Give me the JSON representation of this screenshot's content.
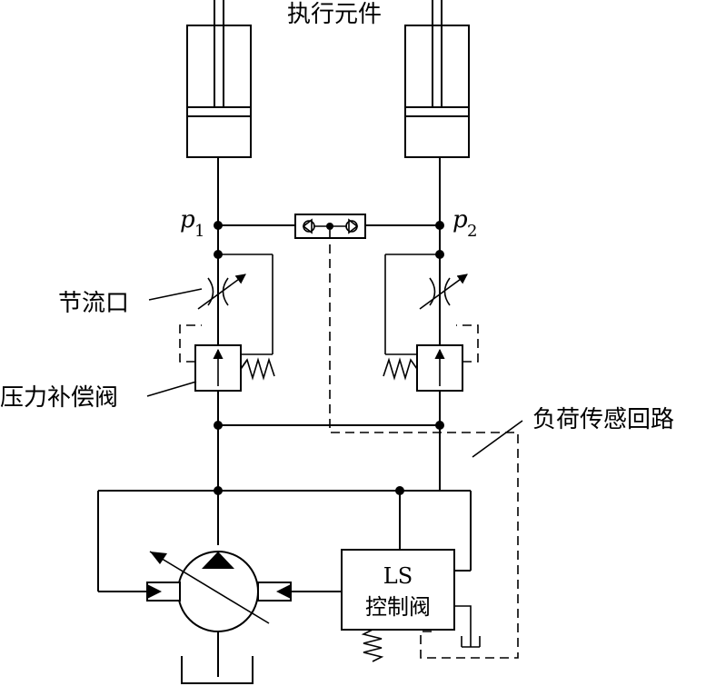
{
  "labels": {
    "actuators": "执行元件",
    "p1_base": "p",
    "p1_sub": "1",
    "p2_base": "p",
    "p2_sub": "2",
    "throttle": "节流口",
    "compensator": "压力补偿阀",
    "load_sensing": "负荷传感回路",
    "ls_line1": "LS",
    "ls_line2": "控制阀"
  }
}
